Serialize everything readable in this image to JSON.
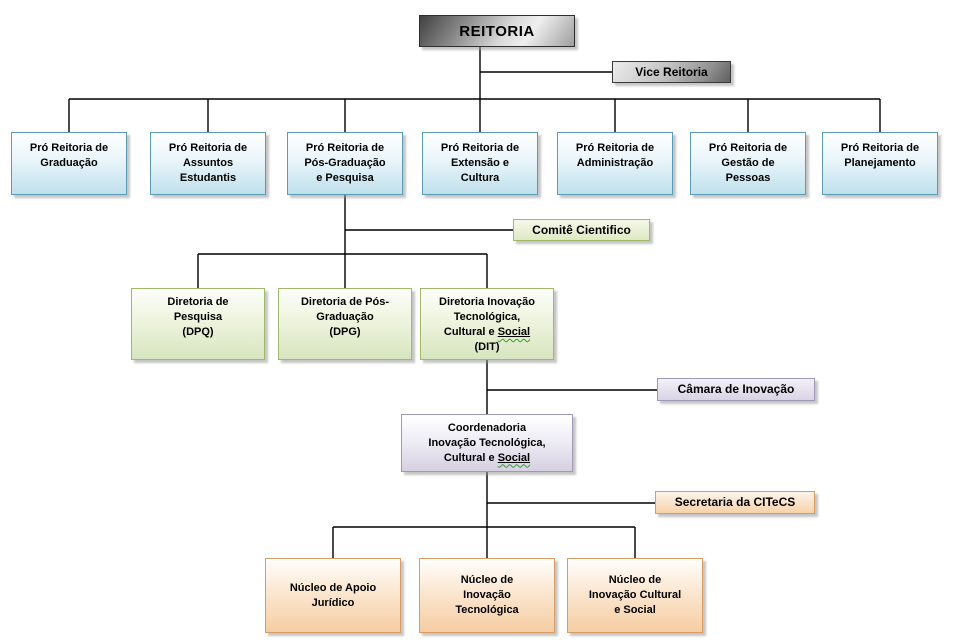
{
  "chart_title": "REITORIA",
  "nodes": {
    "reitoria": "REITORIA",
    "vice": "Vice Reitoria",
    "pro_reitorias": [
      {
        "lines": [
          "Pró Reitoria de",
          "Graduação"
        ]
      },
      {
        "lines": [
          "Pró Reitoria de",
          "Assuntos",
          "Estudantis"
        ]
      },
      {
        "lines": [
          "Pró Reitoria de",
          "Pós-Graduação",
          "e Pesquisa"
        ]
      },
      {
        "lines": [
          "Pró Reitoria de",
          "Extensão e",
          "Cultura"
        ]
      },
      {
        "lines": [
          "Pró Reitoria de",
          "Administração"
        ]
      },
      {
        "lines": [
          "Pró Reitoria de",
          "Gestão de",
          "Pessoas"
        ]
      },
      {
        "lines": [
          "Pró Reitoria de",
          "Planejamento"
        ]
      }
    ],
    "comite": "Comitê Cientifico",
    "diretorias": [
      {
        "lines": [
          "Diretoria de",
          "Pesquisa",
          "(DPQ)"
        ]
      },
      {
        "lines": [
          "Diretoria de Pós-",
          "Graduação",
          "(DPG)"
        ]
      },
      {
        "lines": [
          "Diretoria Inovação",
          "Tecnológica,"
        ],
        "line_pre": "Cultural e ",
        "wavy_word": "Social",
        "line_after": "(DIT)"
      }
    ],
    "camara": "Câmara de Inovação",
    "coordenadoria": {
      "lines": [
        "Coordenadoria",
        "Inovação Tecnológica,"
      ],
      "line_pre": "Cultural e ",
      "wavy_word": "Social"
    },
    "secretaria": "Secretaria da CITeCS",
    "nucleos": [
      {
        "lines": [
          "Núcleo de Apoio",
          "Jurídico"
        ]
      },
      {
        "lines": [
          "Núcleo de",
          "Inovação",
          "Tecnológica"
        ]
      },
      {
        "lines": [
          "Núcleo de",
          "Inovação Cultural",
          "e Social"
        ]
      }
    ]
  },
  "colors": {
    "connector": "#000000",
    "blue_border": "#5b9bb5",
    "blue_fill": "#bfe0ec",
    "green_border": "#a2b969",
    "green_fill": "#d7e5bf",
    "purple_border": "#a098b6",
    "purple_fill": "#d6d0e2",
    "orange_border": "#d69c66",
    "orange_fill": "#f6cda3",
    "squiggle": "#2f9e2f"
  }
}
